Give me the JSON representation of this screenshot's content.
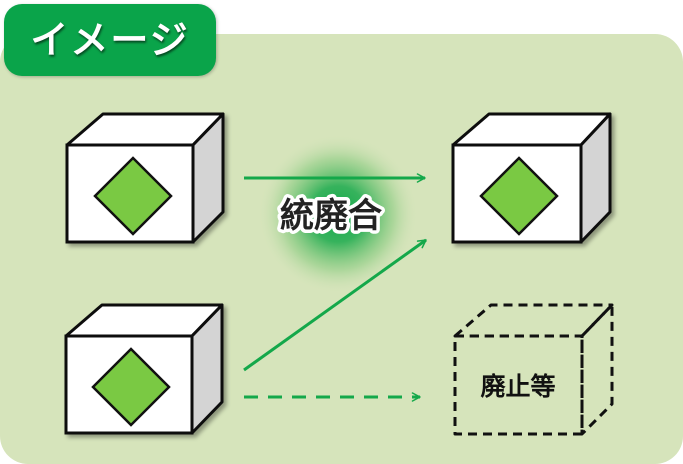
{
  "header": {
    "title": "イメージ"
  },
  "merge": {
    "label": "統廃合"
  },
  "abolish": {
    "label": "廃止等"
  },
  "colors": {
    "panel": "#d6e4bb",
    "tab": "#0aa44a",
    "arrow": "#14a84a",
    "diamond": "#7ac943",
    "glow": "#12a84a"
  },
  "icons": {
    "box": "cube-box-icon",
    "diamond": "diamond-icon",
    "arrow": "arrow-right-icon"
  }
}
